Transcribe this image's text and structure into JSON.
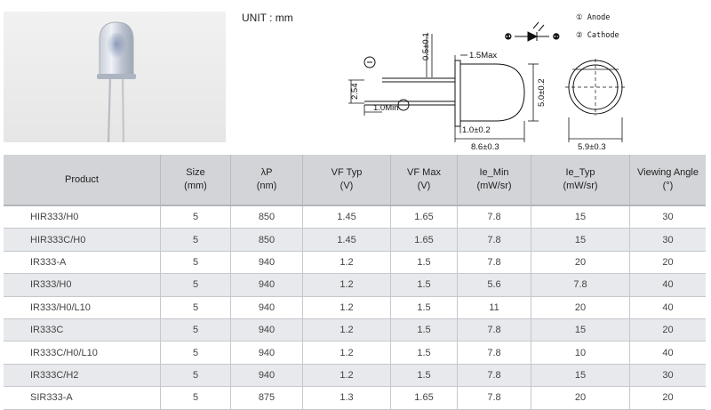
{
  "unit_label": "UNIT : mm",
  "legend": {
    "pin1": "① Anode",
    "pin2": "② Cathode",
    "pin1_marker": "①",
    "pin2_marker": "②"
  },
  "dimensions": {
    "lead_width": "0.5±0.1",
    "flange": "1.5Max",
    "pitch": "2.54",
    "lead_min": "1.0Min",
    "flange_thickness": "1.0±0.2",
    "length": "8.6±0.3",
    "diameter": "5.0±0.2",
    "outer_diameter": "5.9±0.3"
  },
  "table": {
    "headers": [
      {
        "main": "Product",
        "sub": ""
      },
      {
        "main": "Size",
        "sub": "(mm)"
      },
      {
        "main": "λP",
        "sub": "(nm)"
      },
      {
        "main": "VF Typ",
        "sub": "(V)"
      },
      {
        "main": "VF Max",
        "sub": "(V)"
      },
      {
        "main": "Ie_Min",
        "sub": "(mW/sr)"
      },
      {
        "main": "Ie_Typ",
        "sub": "(mW/sr)"
      },
      {
        "main": "Viewing Angle (°)",
        "sub": ""
      }
    ],
    "rows": [
      [
        "HIR333/H0",
        "5",
        "850",
        "1.45",
        "1.65",
        "7.8",
        "15",
        "30"
      ],
      [
        "HIR333C/H0",
        "5",
        "850",
        "1.45",
        "1.65",
        "7.8",
        "15",
        "30"
      ],
      [
        "IR333-A",
        "5",
        "940",
        "1.2",
        "1.5",
        "7.8",
        "20",
        "20"
      ],
      [
        "IR333/H0",
        "5",
        "940",
        "1.2",
        "1.5",
        "5.6",
        "7.8",
        "40"
      ],
      [
        "IR333/H0/L10",
        "5",
        "940",
        "1.2",
        "1.5",
        "11",
        "20",
        "40"
      ],
      [
        "IR333C",
        "5",
        "940",
        "1.2",
        "1.5",
        "7.8",
        "15",
        "20"
      ],
      [
        "IR333C/H0/L10",
        "5",
        "940",
        "1.2",
        "1.5",
        "7.8",
        "10",
        "40"
      ],
      [
        "IR333C/H2",
        "5",
        "940",
        "1.2",
        "1.5",
        "7.8",
        "15",
        "30"
      ],
      [
        "SIR333-A",
        "5",
        "875",
        "1.3",
        "1.65",
        "7.8",
        "20",
        "20"
      ]
    ]
  }
}
